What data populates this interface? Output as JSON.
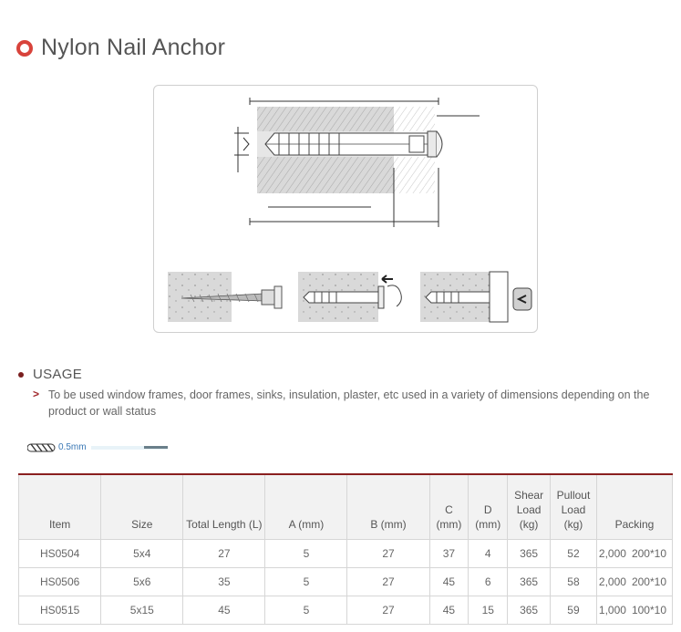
{
  "title": "Nylon Nail Anchor",
  "usage": {
    "heading": "USAGE",
    "items": [
      "To be used window frames, door frames, sinks, insulation, plaster, etc used in a variety of dimensions depending on the product or wall status"
    ]
  },
  "scale_label": "0.5mm",
  "colors": {
    "accent": "#d8433b",
    "rule": "#8a1f1f",
    "header_bg": "#f2f2f2",
    "link": "#3a78b5"
  },
  "table": {
    "headers": [
      "Item",
      "Size",
      "Total Length (L)",
      "A (mm)",
      "B (mm)",
      "C (mm)",
      "D (mm)",
      "Shear Load (kg)",
      "Pullout Load (kg)",
      "Packing"
    ],
    "rows": [
      [
        "HS0504",
        "5x4",
        "27",
        "5",
        "27",
        "37",
        "4",
        "365",
        "52",
        "2,000",
        "200*10"
      ],
      [
        "HS0506",
        "5x6",
        "35",
        "5",
        "27",
        "45",
        "6",
        "365",
        "58",
        "2,000",
        "200*10"
      ],
      [
        "HS0515",
        "5x15",
        "45",
        "5",
        "27",
        "45",
        "15",
        "365",
        "59",
        "1,000",
        "100*10"
      ]
    ]
  }
}
